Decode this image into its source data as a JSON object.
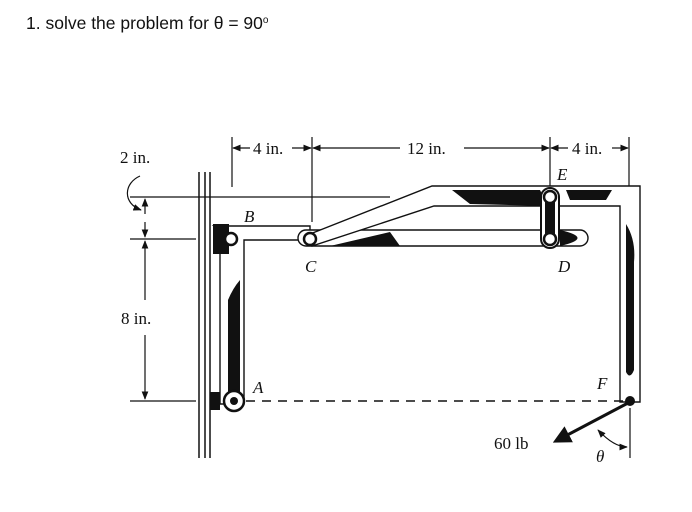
{
  "problem": {
    "number": "1.",
    "statement": "solve the problem for θ = 90",
    "degree_mark": "o"
  },
  "figure": {
    "dims": {
      "left_width": "4 in.",
      "middle_width": "12 in.",
      "right_width": "4 in.",
      "small_height": "2 in.",
      "large_height": "8 in."
    },
    "points": {
      "A": "A",
      "B": "B",
      "C": "C",
      "D": "D",
      "E": "E",
      "F": "F"
    },
    "force": "60 lb",
    "angle": "θ"
  }
}
